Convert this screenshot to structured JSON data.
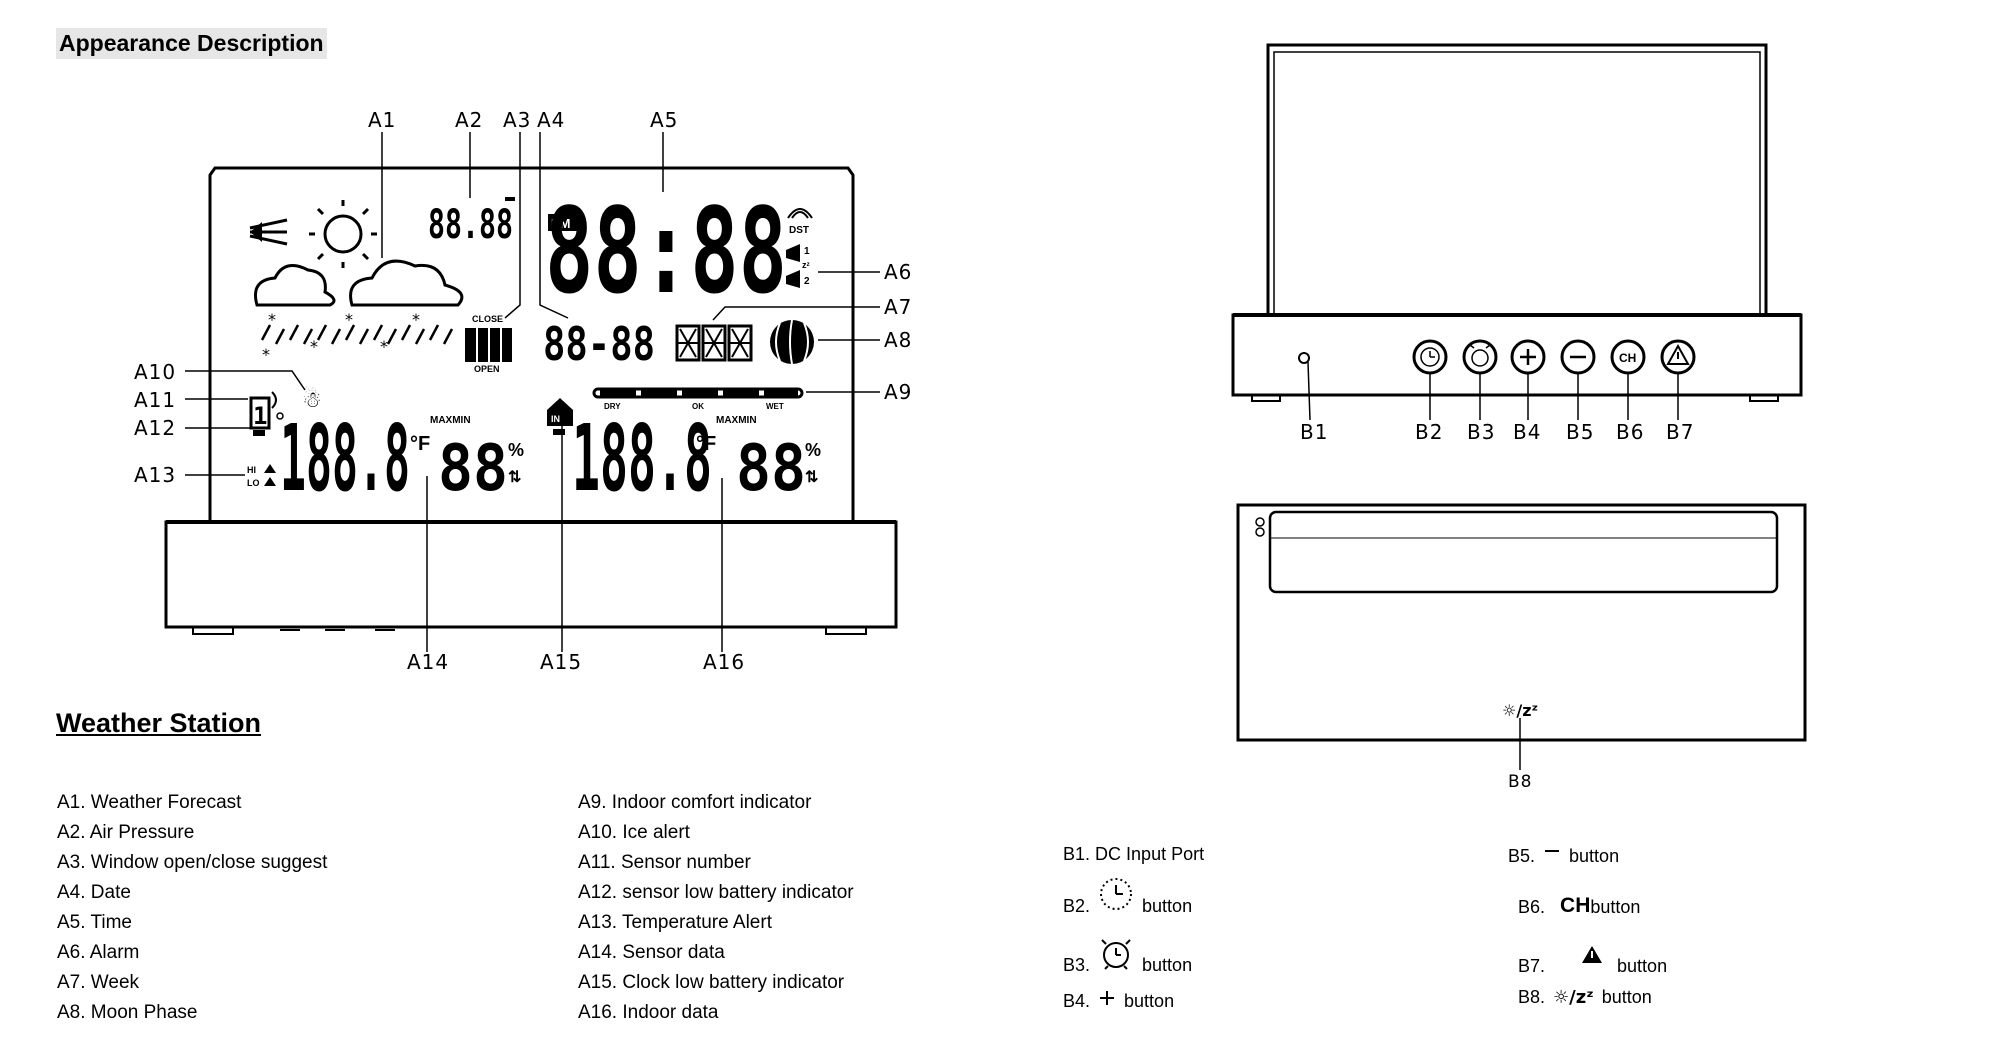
{
  "titles": {
    "appearance": "Appearance Description",
    "station": "Weather Station"
  },
  "callouts": {
    "A1": "A1",
    "A2": "A2",
    "A3": "A3",
    "A4": "A4",
    "A5": "A5",
    "A6": "A6",
    "A7": "A7",
    "A8": "A8",
    "A9": "A9",
    "A10": "A10",
    "A11": "A11",
    "A12": "A12",
    "A13": "A13",
    "A14": "A14",
    "A15": "A15",
    "A16": "A16",
    "B1": "B1",
    "B2": "B2",
    "B3": "B3",
    "B4": "B4",
    "B5": "B5",
    "B6": "B6",
    "B7": "B7",
    "B8": "B8"
  },
  "lcd": {
    "pressure": "88.88",
    "time": "88:88",
    "pm": "PM",
    "dst": "DST",
    "close": "CLOSE",
    "open": "OPEN",
    "date": "88-88",
    "week": "888",
    "in": "IN",
    "sensor_temp": "188.8",
    "sensor_hum": "88",
    "indoor_temp": "188.8",
    "indoor_hum": "88",
    "maxmin": "MAXMIN",
    "percent": "%",
    "hi": "HI",
    "lo": "LO",
    "dry": "DRY",
    "ok": "OK",
    "wet": "WET",
    "b8_icon_text": "☼/zᶻ"
  },
  "legend_left": [
    "A1. Weather Forecast",
    "A2. Air Pressure",
    "A3. Window open/close suggest",
    "A4. Date",
    "A5. Time",
    "A6. Alarm",
    "A7. Week",
    "A8. Moon Phase"
  ],
  "legend_right": [
    "A9. Indoor comfort indicator",
    "A10. Ice alert",
    "A11. Sensor number",
    "A12. sensor low battery indicator",
    "A13. Temperature Alert",
    "A14. Sensor data",
    "A15. Clock low battery indicator",
    "A16. Indoor data"
  ],
  "buttons_left": [
    {
      "id": "B1.",
      "icon": "",
      "text": "DC Input Port"
    },
    {
      "id": "B2.",
      "icon": "clock-icon",
      "text": "button"
    },
    {
      "id": "B3.",
      "icon": "alarm-icon",
      "text": "button"
    },
    {
      "id": "B4.",
      "icon": "plus-icon",
      "text": "button"
    }
  ],
  "buttons_right": [
    {
      "id": "B5.",
      "icon": "minus-icon",
      "text": "button"
    },
    {
      "id": "B6.",
      "icon": "CH",
      "text": "button"
    },
    {
      "id": "B7.",
      "icon": "warning-icon",
      "text": "button"
    },
    {
      "id": "B8.",
      "icon": "☼/zᶻ",
      "text": "button"
    }
  ]
}
